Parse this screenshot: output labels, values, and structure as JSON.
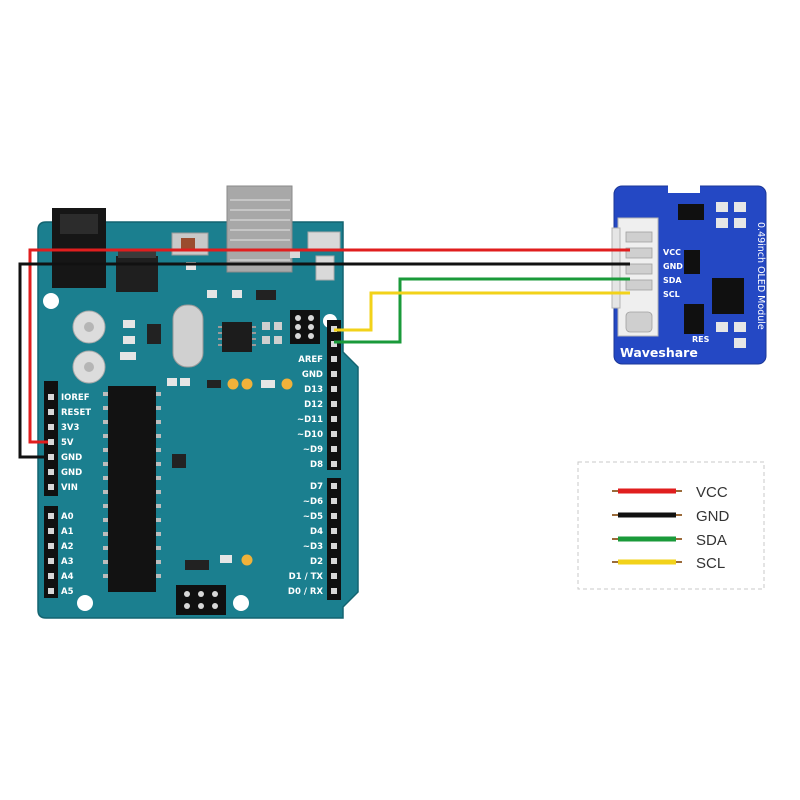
{
  "board_left": {
    "pins": [
      "IOREF",
      "RESET",
      "3V3",
      "5V",
      "GND",
      "GND",
      "VIN"
    ],
    "analog_pins": [
      "A0",
      "A1",
      "A2",
      "A3",
      "A4",
      "A5"
    ]
  },
  "board_right": {
    "pins_top": [
      "AREF",
      "GND",
      "D13",
      "D12",
      "~D11",
      "~D10",
      "~D9",
      "D8"
    ],
    "pins_bottom": [
      "D7",
      "~D6",
      "~D5",
      "D4",
      "~D3",
      "D2",
      "D1 / TX",
      "D0 / RX"
    ]
  },
  "module": {
    "brand": "Waveshare",
    "title": "0.49inch OLED Module",
    "pins": [
      "VCC",
      "GND",
      "SDA",
      "SCL"
    ],
    "res_label": "RES"
  },
  "legend": [
    {
      "label": "VCC",
      "color": "#e01e1e"
    },
    {
      "label": "GND",
      "color": "#111111"
    },
    {
      "label": "SDA",
      "color": "#1a9a3a"
    },
    {
      "label": "SCL",
      "color": "#f2d21a"
    }
  ],
  "colors": {
    "board": "#1b7f8f",
    "module": "#2448c4"
  }
}
